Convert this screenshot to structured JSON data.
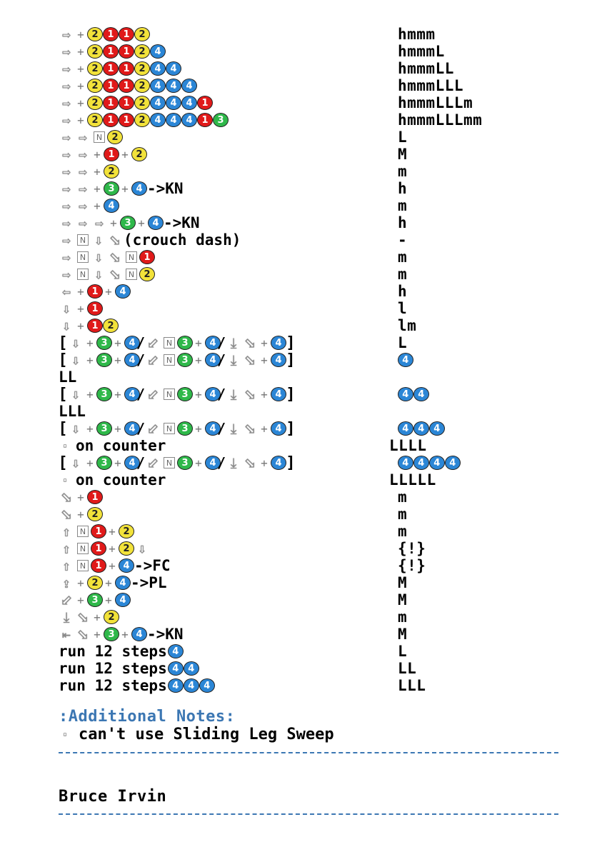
{
  "rows": [
    {
      "left": [
        {
          "t": "a",
          "v": "⇨"
        },
        {
          "t": "p",
          "v": "+"
        },
        {
          "t": "b",
          "k": "2",
          "v": "2"
        },
        {
          "t": "b",
          "k": "1",
          "v": "1"
        },
        {
          "t": "b",
          "k": "1",
          "v": "1"
        },
        {
          "t": "b",
          "k": "2",
          "v": "2"
        }
      ],
      "hits": "hmmm"
    },
    {
      "left": [
        {
          "t": "a",
          "v": "⇨"
        },
        {
          "t": "p",
          "v": "+"
        },
        {
          "t": "b",
          "k": "2",
          "v": "2"
        },
        {
          "t": "b",
          "k": "1",
          "v": "1"
        },
        {
          "t": "b",
          "k": "1",
          "v": "1"
        },
        {
          "t": "b",
          "k": "2",
          "v": "2"
        },
        {
          "t": "b",
          "k": "4",
          "v": "4"
        }
      ],
      "hits": "hmmmL"
    },
    {
      "left": [
        {
          "t": "a",
          "v": "⇨"
        },
        {
          "t": "p",
          "v": "+"
        },
        {
          "t": "b",
          "k": "2",
          "v": "2"
        },
        {
          "t": "b",
          "k": "1",
          "v": "1"
        },
        {
          "t": "b",
          "k": "1",
          "v": "1"
        },
        {
          "t": "b",
          "k": "2",
          "v": "2"
        },
        {
          "t": "b",
          "k": "4",
          "v": "4"
        },
        {
          "t": "b",
          "k": "4",
          "v": "4"
        }
      ],
      "hits": "hmmmLL"
    },
    {
      "left": [
        {
          "t": "a",
          "v": "⇨"
        },
        {
          "t": "p",
          "v": "+"
        },
        {
          "t": "b",
          "k": "2",
          "v": "2"
        },
        {
          "t": "b",
          "k": "1",
          "v": "1"
        },
        {
          "t": "b",
          "k": "1",
          "v": "1"
        },
        {
          "t": "b",
          "k": "2",
          "v": "2"
        },
        {
          "t": "b",
          "k": "4",
          "v": "4"
        },
        {
          "t": "b",
          "k": "4",
          "v": "4"
        },
        {
          "t": "b",
          "k": "4",
          "v": "4"
        }
      ],
      "hits": "hmmmLLL"
    },
    {
      "left": [
        {
          "t": "a",
          "v": "⇨"
        },
        {
          "t": "p",
          "v": "+"
        },
        {
          "t": "b",
          "k": "2",
          "v": "2"
        },
        {
          "t": "b",
          "k": "1",
          "v": "1"
        },
        {
          "t": "b",
          "k": "1",
          "v": "1"
        },
        {
          "t": "b",
          "k": "2",
          "v": "2"
        },
        {
          "t": "b",
          "k": "4",
          "v": "4"
        },
        {
          "t": "b",
          "k": "4",
          "v": "4"
        },
        {
          "t": "b",
          "k": "4",
          "v": "4"
        },
        {
          "t": "b",
          "k": "1",
          "v": "1"
        }
      ],
      "hits": "hmmmLLLm"
    },
    {
      "left": [
        {
          "t": "a",
          "v": "⇨"
        },
        {
          "t": "p",
          "v": "+"
        },
        {
          "t": "b",
          "k": "2",
          "v": "2"
        },
        {
          "t": "b",
          "k": "1",
          "v": "1"
        },
        {
          "t": "b",
          "k": "1",
          "v": "1"
        },
        {
          "t": "b",
          "k": "2",
          "v": "2"
        },
        {
          "t": "b",
          "k": "4",
          "v": "4"
        },
        {
          "t": "b",
          "k": "4",
          "v": "4"
        },
        {
          "t": "b",
          "k": "4",
          "v": "4"
        },
        {
          "t": "b",
          "k": "1",
          "v": "1"
        },
        {
          "t": "b",
          "k": "3",
          "v": "3"
        }
      ],
      "hits": "hmmmLLLmm"
    },
    {
      "left": [
        {
          "t": "a",
          "v": "⇨"
        },
        {
          "t": "a",
          "v": "⇨"
        },
        {
          "t": "n",
          "v": "N"
        },
        {
          "t": "b",
          "k": "2",
          "v": "2"
        }
      ],
      "hits": "L"
    },
    {
      "left": [
        {
          "t": "a",
          "v": "⇨"
        },
        {
          "t": "a",
          "v": "⇨"
        },
        {
          "t": "p",
          "v": "+"
        },
        {
          "t": "b",
          "k": "1",
          "v": "1"
        },
        {
          "t": "p",
          "v": "+"
        },
        {
          "t": "b",
          "k": "2",
          "v": "2"
        }
      ],
      "hits": "M"
    },
    {
      "left": [
        {
          "t": "a",
          "v": "⇨"
        },
        {
          "t": "a",
          "v": "⇨"
        },
        {
          "t": "p",
          "v": "+"
        },
        {
          "t": "b",
          "k": "2",
          "v": "2"
        }
      ],
      "hits": "m"
    },
    {
      "left": [
        {
          "t": "a",
          "v": "⇨"
        },
        {
          "t": "a",
          "v": "⇨"
        },
        {
          "t": "p",
          "v": "+"
        },
        {
          "t": "b",
          "k": "3",
          "v": "3"
        },
        {
          "t": "p",
          "v": "+"
        },
        {
          "t": "b",
          "k": "4",
          "v": "4"
        },
        {
          "t": "x",
          "v": "->KN"
        }
      ],
      "hits": "h"
    },
    {
      "left": [
        {
          "t": "a",
          "v": "⇨"
        },
        {
          "t": "a",
          "v": "⇨"
        },
        {
          "t": "p",
          "v": "+"
        },
        {
          "t": "b",
          "k": "4",
          "v": "4"
        }
      ],
      "hits": "m"
    },
    {
      "left": [
        {
          "t": "a",
          "v": "⇨"
        },
        {
          "t": "a",
          "v": "⇨"
        },
        {
          "t": "a",
          "v": "⇨"
        },
        {
          "t": "p",
          "v": "+"
        },
        {
          "t": "b",
          "k": "3",
          "v": "3"
        },
        {
          "t": "p",
          "v": "+"
        },
        {
          "t": "b",
          "k": "4",
          "v": "4"
        },
        {
          "t": "x",
          "v": "->KN"
        }
      ],
      "hits": "h"
    },
    {
      "left": [
        {
          "t": "a",
          "v": "⇨"
        },
        {
          "t": "n",
          "v": "N"
        },
        {
          "t": "a",
          "v": "⇩"
        },
        {
          "t": "a",
          "v": "⬂"
        },
        {
          "t": "x",
          "v": "(crouch dash)"
        }
      ],
      "hits": "-"
    },
    {
      "left": [
        {
          "t": "a",
          "v": "⇨"
        },
        {
          "t": "n",
          "v": "N"
        },
        {
          "t": "a",
          "v": "⇩"
        },
        {
          "t": "a",
          "v": "⬂"
        },
        {
          "t": "n",
          "v": "N"
        },
        {
          "t": "b",
          "k": "1",
          "v": "1"
        }
      ],
      "hits": "m"
    },
    {
      "left": [
        {
          "t": "a",
          "v": "⇨"
        },
        {
          "t": "n",
          "v": "N"
        },
        {
          "t": "a",
          "v": "⇩"
        },
        {
          "t": "a",
          "v": "⬂"
        },
        {
          "t": "n",
          "v": "N"
        },
        {
          "t": "b",
          "k": "2",
          "v": "2"
        }
      ],
      "hits": "m"
    },
    {
      "left": [
        {
          "t": "a",
          "v": "⇦"
        },
        {
          "t": "p",
          "v": "+"
        },
        {
          "t": "b",
          "k": "1",
          "v": "1"
        },
        {
          "t": "p",
          "v": "+"
        },
        {
          "t": "b",
          "k": "4",
          "v": "4"
        }
      ],
      "hits": "h"
    },
    {
      "left": [
        {
          "t": "a",
          "v": "⇩"
        },
        {
          "t": "p",
          "v": "+"
        },
        {
          "t": "b",
          "k": "1",
          "v": "1"
        }
      ],
      "hits": "l"
    },
    {
      "left": [
        {
          "t": "a",
          "v": "⇩"
        },
        {
          "t": "p",
          "v": "+"
        },
        {
          "t": "b",
          "k": "1",
          "v": "1"
        },
        {
          "t": "b",
          "k": "2",
          "v": "2"
        }
      ],
      "hits": "lm"
    }
  ],
  "strings": [
    {
      "hits_inline": "L",
      "wrap": ""
    },
    {
      "hits_inline_btn": 1,
      "wrap": "LL"
    },
    {
      "hits_inline_btn": 2,
      "wrap": "LLL"
    },
    {
      "hits_inline_btn": 3,
      "wrap": "on counter",
      "right_wrap": "LLLL"
    },
    {
      "hits_inline_btn": 4,
      "wrap": "on counter",
      "right_wrap": "LLLLL"
    }
  ],
  "string_seq": [
    {
      "t": "k",
      "v": "["
    },
    {
      "t": "a",
      "v": "⇩"
    },
    {
      "t": "p",
      "v": "+"
    },
    {
      "t": "b",
      "k": "3",
      "v": "3"
    },
    {
      "t": "p",
      "v": "+"
    },
    {
      "t": "b",
      "k": "4",
      "v": "4"
    },
    {
      "t": "s",
      "v": "/"
    },
    {
      "t": "a",
      "v": "⬃"
    },
    {
      "t": "n",
      "v": "N"
    },
    {
      "t": "b",
      "k": "3",
      "v": "3"
    },
    {
      "t": "p",
      "v": "+"
    },
    {
      "t": "b",
      "k": "4",
      "v": "4"
    },
    {
      "t": "s",
      "v": "/"
    },
    {
      "t": "a",
      "v": "⤓"
    },
    {
      "t": "a",
      "v": "⬂"
    },
    {
      "t": "p",
      "v": "+"
    },
    {
      "t": "b",
      "k": "4",
      "v": "4"
    },
    {
      "t": "k",
      "v": "]"
    }
  ],
  "rows2": [
    {
      "left": [
        {
          "t": "a",
          "v": "⬂"
        },
        {
          "t": "p",
          "v": "+"
        },
        {
          "t": "b",
          "k": "1",
          "v": "1"
        }
      ],
      "hits": "m"
    },
    {
      "left": [
        {
          "t": "a",
          "v": "⬂"
        },
        {
          "t": "p",
          "v": "+"
        },
        {
          "t": "b",
          "k": "2",
          "v": "2"
        }
      ],
      "hits": "m"
    },
    {
      "left": [
        {
          "t": "a",
          "v": "⇧"
        },
        {
          "t": "n",
          "v": "N"
        },
        {
          "t": "b",
          "k": "1",
          "v": "1"
        },
        {
          "t": "p",
          "v": "+"
        },
        {
          "t": "b",
          "k": "2",
          "v": "2"
        }
      ],
      "hits": "m"
    },
    {
      "left": [
        {
          "t": "a",
          "v": "⇧"
        },
        {
          "t": "n",
          "v": "N"
        },
        {
          "t": "b",
          "k": "1",
          "v": "1"
        },
        {
          "t": "p",
          "v": "+"
        },
        {
          "t": "b",
          "k": "2",
          "v": "2"
        },
        {
          "t": "a",
          "v": "⇩"
        }
      ],
      "hits": "{!}"
    },
    {
      "left": [
        {
          "t": "a",
          "v": "⇧"
        },
        {
          "t": "n",
          "v": "N"
        },
        {
          "t": "b",
          "k": "1",
          "v": "1"
        },
        {
          "t": "p",
          "v": "+"
        },
        {
          "t": "b",
          "k": "4",
          "v": "4"
        },
        {
          "t": "x",
          "v": "->FC"
        }
      ],
      "hits": "{!}"
    },
    {
      "left": [
        {
          "t": "a",
          "v": "⇪"
        },
        {
          "t": "p",
          "v": "+"
        },
        {
          "t": "b",
          "k": "2",
          "v": "2"
        },
        {
          "t": "p",
          "v": "+"
        },
        {
          "t": "b",
          "k": "4",
          "v": "4"
        },
        {
          "t": "x",
          "v": "->PL"
        }
      ],
      "hits": "M"
    },
    {
      "left": [
        {
          "t": "a",
          "v": "⬃"
        },
        {
          "t": "p",
          "v": "+"
        },
        {
          "t": "b",
          "k": "3",
          "v": "3"
        },
        {
          "t": "p",
          "v": "+"
        },
        {
          "t": "b",
          "k": "4",
          "v": "4"
        }
      ],
      "hits": "M"
    },
    {
      "left": [
        {
          "t": "a",
          "v": "⤓"
        },
        {
          "t": "a",
          "v": "⬂"
        },
        {
          "t": "p",
          "v": "+"
        },
        {
          "t": "b",
          "k": "2",
          "v": "2"
        }
      ],
      "hits": "m"
    },
    {
      "left": [
        {
          "t": "a",
          "v": "⇤"
        },
        {
          "t": "a",
          "v": "⬂"
        },
        {
          "t": "p",
          "v": "+"
        },
        {
          "t": "b",
          "k": "3",
          "v": "3"
        },
        {
          "t": "p",
          "v": "+"
        },
        {
          "t": "b",
          "k": "4",
          "v": "4"
        },
        {
          "t": "x",
          "v": "->KN"
        }
      ],
      "hits": "M"
    },
    {
      "left": [
        {
          "t": "x",
          "v": "run 12 steps"
        },
        {
          "t": "b",
          "k": "4",
          "v": "4"
        }
      ],
      "hits": "L"
    },
    {
      "left": [
        {
          "t": "x",
          "v": "run 12 steps"
        },
        {
          "t": "b",
          "k": "4",
          "v": "4"
        },
        {
          "t": "b",
          "k": "4",
          "v": "4"
        }
      ],
      "hits": "LL"
    },
    {
      "left": [
        {
          "t": "x",
          "v": "run 12 steps"
        },
        {
          "t": "b",
          "k": "4",
          "v": "4"
        },
        {
          "t": "b",
          "k": "4",
          "v": "4"
        },
        {
          "t": "b",
          "k": "4",
          "v": "4"
        }
      ],
      "hits": "LLL"
    }
  ],
  "notes": {
    "title": ":Additional Notes:",
    "item": "can't use Sliding Leg Sweep"
  },
  "next_character": "Bruce Irvin",
  "colors": {
    "button_1": "#e01a1a",
    "button_2": "#f2e23a",
    "button_3": "#2fb84a",
    "button_4": "#2b86d6",
    "notes_accent": "#3c77b3"
  }
}
